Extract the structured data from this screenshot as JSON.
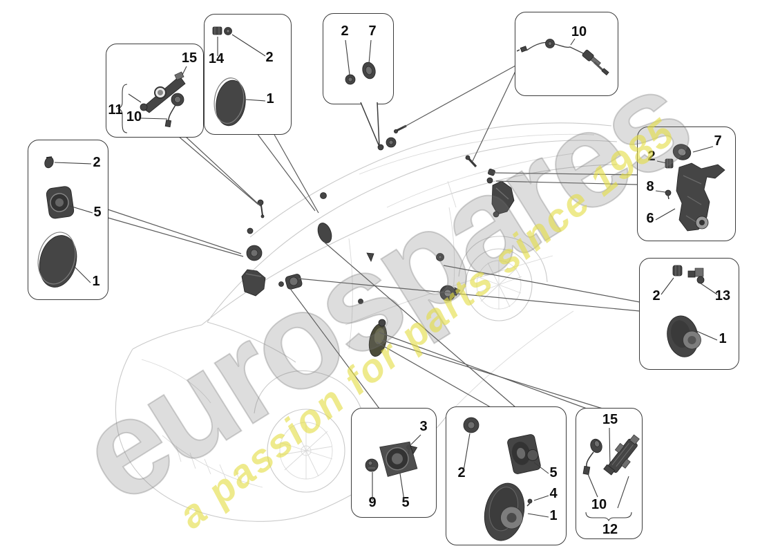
{
  "watermark": {
    "brand": "eurospares",
    "tagline": "a passion for parts since 1985"
  },
  "colors": {
    "box_border": "#3a3a3a",
    "leader_line": "#5a5a5a",
    "part_dark": "#454545",
    "car_line": "#c9c9c9",
    "brand_watermark": "#7d7d7d",
    "tagline_yellow": "#e4dd46"
  },
  "callouts": {
    "beam_bracket": {
      "labels": {
        "n15": "15",
        "n11": "11",
        "n10": "10"
      }
    },
    "front_door_upper": {
      "labels": {
        "n14": "14",
        "n2": "2",
        "n1": "1"
      }
    },
    "roof_speakers": {
      "labels": {
        "n2": "2",
        "n7": "7"
      }
    },
    "antenna_cable": {
      "labels": {
        "n10": "10"
      }
    },
    "side_bracket": {
      "labels": {
        "n7": "7",
        "n2": "2",
        "n8": "8",
        "n6": "6"
      }
    },
    "rear_shelf_speaker": {
      "labels": {
        "n2": "2",
        "n13": "13",
        "n1": "1"
      }
    },
    "mid_speaker": {
      "labels": {
        "n3": "3",
        "n9": "9",
        "n5": "5"
      }
    },
    "rear_door": {
      "labels": {
        "n2": "2",
        "n5": "5",
        "n4": "4",
        "n1": "1"
      }
    },
    "sensor_bracket": {
      "labels": {
        "n15": "15",
        "n10": "10",
        "n12": "12"
      }
    },
    "front_door": {
      "labels": {
        "n2": "2",
        "n5": "5",
        "n1": "1"
      }
    }
  }
}
